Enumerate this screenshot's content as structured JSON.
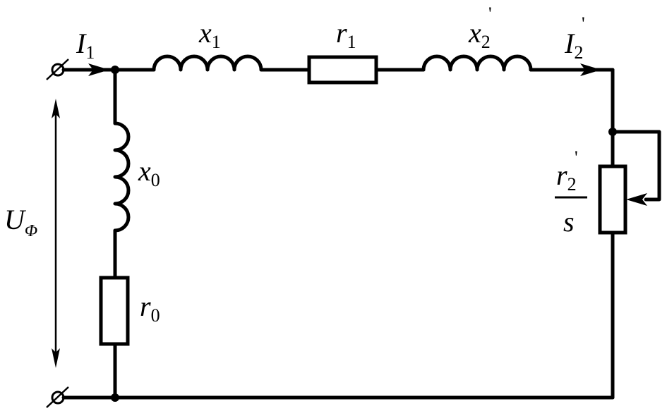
{
  "diagram": {
    "colors": {
      "line": "#000000",
      "background": "#ffffff"
    },
    "labels": {
      "I1": {
        "main": "I",
        "sub": "1",
        "prime": ""
      },
      "x1": {
        "main": "x",
        "sub": "1",
        "prime": ""
      },
      "r1": {
        "main": "r",
        "sub": "1",
        "prime": ""
      },
      "x2p": {
        "main": "x",
        "sub": "2",
        "prime": "'"
      },
      "I2p": {
        "main": "I",
        "sub": "2",
        "prime": "'"
      },
      "x0": {
        "main": "x",
        "sub": "0",
        "prime": ""
      },
      "r0": {
        "main": "r",
        "sub": "0",
        "prime": ""
      },
      "U": {
        "main": "U",
        "sub": "Φ",
        "prime": ""
      },
      "r2ps": {
        "numerator": "r",
        "sub": "2",
        "prime": "'",
        "denominator": "s"
      }
    }
  }
}
